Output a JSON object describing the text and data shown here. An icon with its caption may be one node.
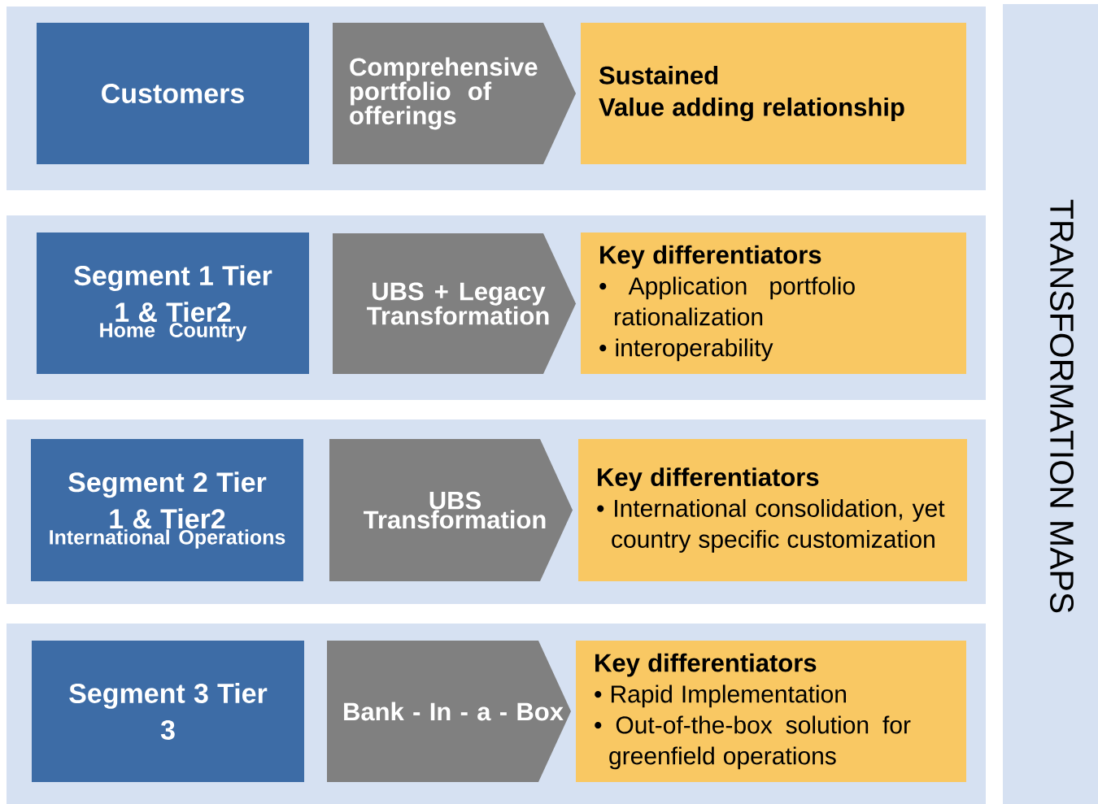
{
  "diagram": {
    "nodes": [
      {
        "text": [],
        "shape": "box"
      },
      {
        "text": [
          "Customers"
        ],
        "in": 0
      },
      {
        "text": [
          "Comprehensive portfolio of offerings"
        ],
        "in": 0
      },
      {
        "text": [
          "Sustained",
          "Value adding relationship"
        ],
        "in": 0
      },
      {
        "text": [],
        "shape": "box"
      },
      {
        "text": [
          "Segment 1 Tier 1 & Tier2",
          "Home Country"
        ],
        "in": 4
      },
      {
        "text": [
          "UBS + Legacy Transformation"
        ],
        "in": 4
      },
      {
        "text": [
          "Key differentiators",
          "• Application portfolio rationalization",
          "• interoperability"
        ],
        "in": 4
      },
      {
        "text": [],
        "shape": "box"
      },
      {
        "text": [
          "Segment 2 Tier 1 & Tier2",
          "International Operations"
        ],
        "in": 8
      },
      {
        "text": [
          "UBS Transformation"
        ],
        "in": 8
      },
      {
        "text": [
          "Key differentiators",
          "• International consolidation, yet country specific customization"
        ],
        "in": 8
      },
      {
        "text": [],
        "shape": "box"
      },
      {
        "text": [
          "Segment 3 Tier 3"
        ],
        "in": 12
      },
      {
        "text": [
          "Bank - In - a - Box"
        ],
        "in": 12
      },
      {
        "text": [
          "Key differentiators",
          "• Rapid Implementation",
          "• Out-of-the-box solution for greenfield operations"
        ],
        "in": 12
      },
      {
        "text": [
          "TRANSFORMATION MAPS"
        ]
      }
    ]
  }
}
